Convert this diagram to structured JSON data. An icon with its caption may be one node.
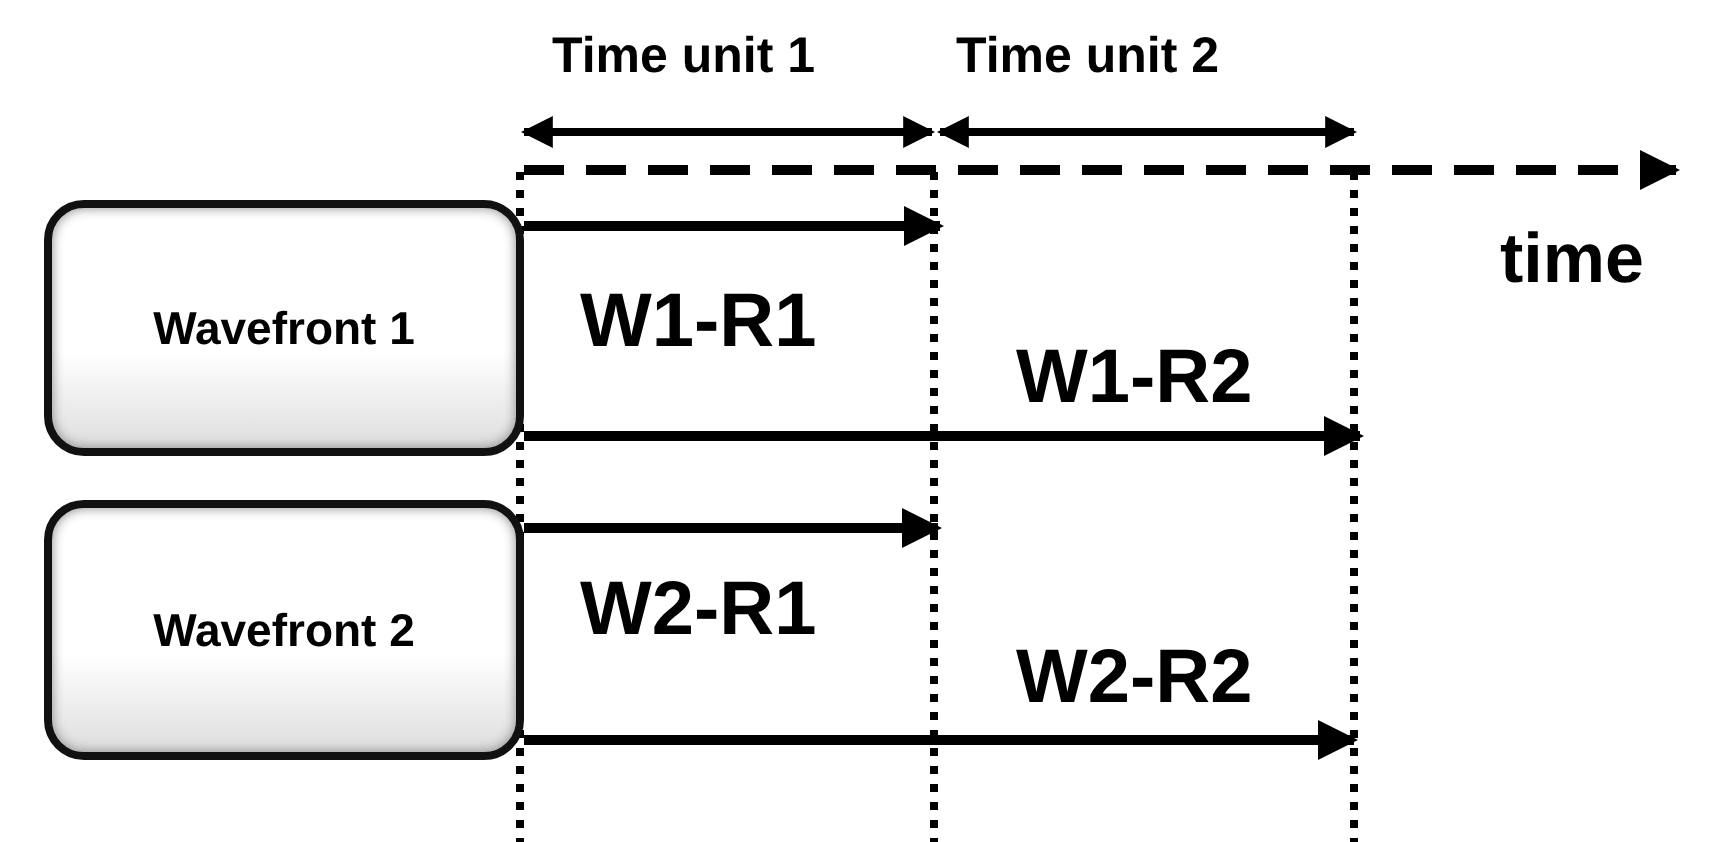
{
  "diagram": {
    "nodes": [
      {
        "text": [
          "Wavefront 1"
        ]
      },
      {
        "text": [
          "Wavefront 2"
        ]
      }
    ],
    "edges": [
      {
        "from": 0,
        "to": null,
        "arrow": "to",
        "label": "W1-R1"
      },
      {
        "from": 0,
        "to": null,
        "arrow": "to",
        "label": "W1-R2"
      },
      {
        "from": 1,
        "to": null,
        "arrow": "to",
        "label": "W2-R1"
      },
      {
        "from": 1,
        "to": null,
        "arrow": "to",
        "label": "W2-R2"
      }
    ],
    "labels": [
      "Time unit 1",
      "Time unit 2",
      "time"
    ]
  }
}
